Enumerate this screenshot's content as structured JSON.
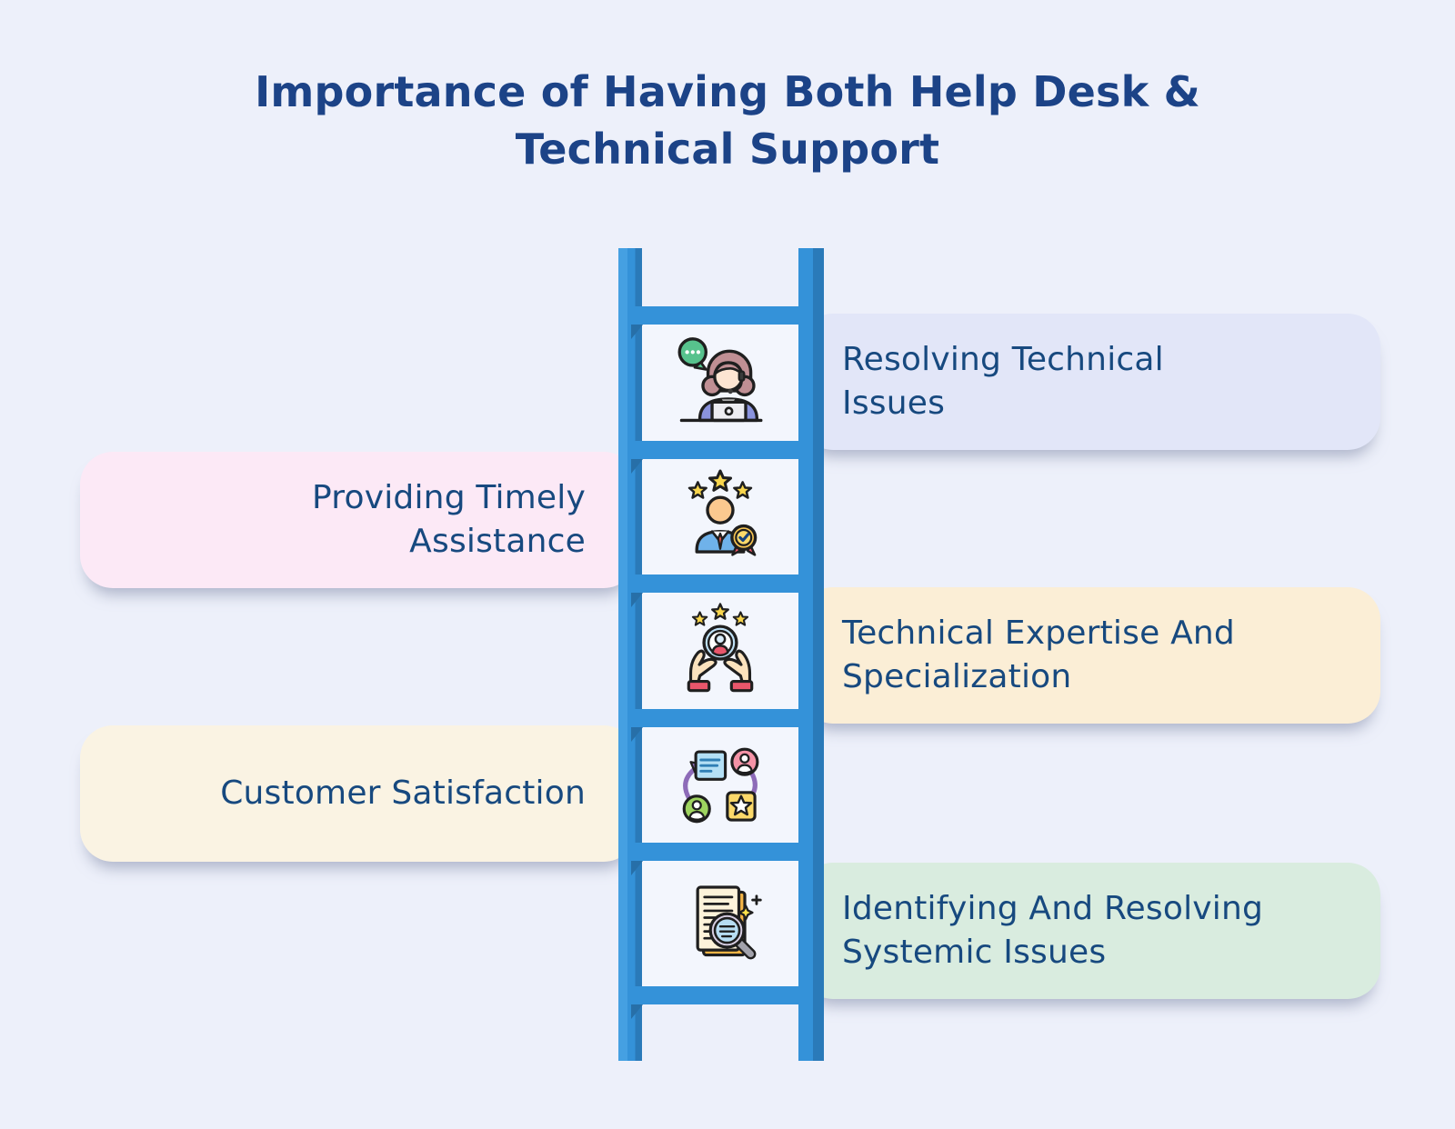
{
  "title": "Importance of Having Both Help Desk & Technical Support",
  "colors": {
    "page_bg": "#edf0fa",
    "title_color": "#1c4387",
    "text_color": "#17497f",
    "rail_main": "#3492d9",
    "rail_light": "#45a0e2",
    "rail_dark": "#2a7ab9",
    "rung_shadow": "#276fa8",
    "cell_bg": "#f3f6fd"
  },
  "items": [
    {
      "label": "Resolving Technical Issues",
      "side": "right",
      "icon": "support-agent-icon",
      "card_color": "#e2e6f8"
    },
    {
      "label": "Providing Timely Assistance",
      "side": "left",
      "icon": "rated-person-award-icon",
      "card_color": "#fce9f6"
    },
    {
      "label": "Technical Expertise And Specialization",
      "side": "right",
      "icon": "hands-holding-rated-user-icon",
      "card_color": "#fbeed6"
    },
    {
      "label": "Customer Satisfaction",
      "side": "left",
      "icon": "feedback-exchange-icon",
      "card_color": "#faf3e3"
    },
    {
      "label": "Identifying And Resolving Systemic Issues",
      "side": "right",
      "icon": "document-search-icon",
      "card_color": "#d9ecdf"
    }
  ]
}
